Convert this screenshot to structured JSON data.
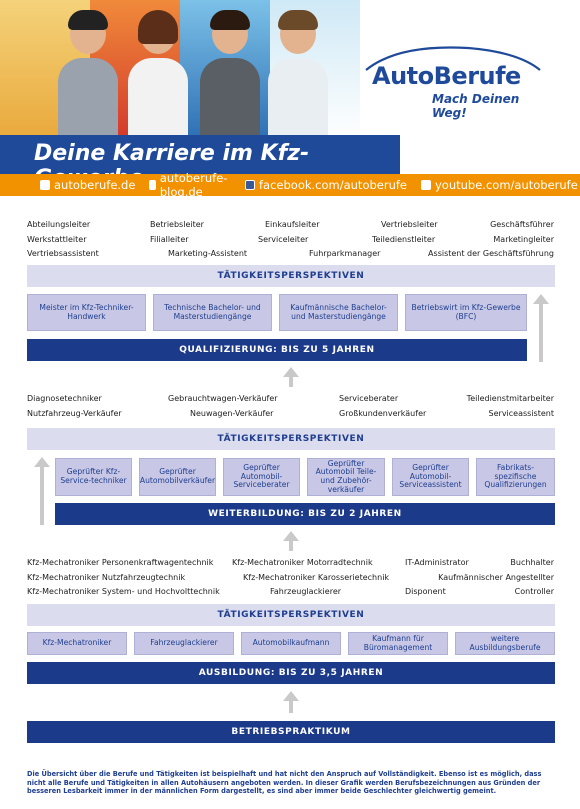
{
  "brand": {
    "name_a": "Auto",
    "name_b": "Berufe",
    "slogan": "Mach Deinen Weg!"
  },
  "banner": {
    "title": "Deine Karriere im Kfz-Gewerbe"
  },
  "links": [
    {
      "icon": "screen-icon",
      "text": "autoberufe.de"
    },
    {
      "icon": "blog-icon",
      "text": "autoberufe-blog.de"
    },
    {
      "icon": "facebook-icon",
      "text": "facebook.com/autoberufe"
    },
    {
      "icon": "youtube-icon",
      "text": "youtube.com/autoberufe"
    }
  ],
  "level1": {
    "jobs_row1": [
      "Abteilungsleiter",
      "Betriebsleiter",
      "Einkaufsleiter",
      "Vertriebsleiter",
      "Geschäftsführer"
    ],
    "jobs_row2": [
      "Werkstattleiter",
      "Filialleiter",
      "Serviceleiter",
      "Teiledienstleiter",
      "Marketingleiter"
    ],
    "jobs_row3": [
      "Vertriebsassistent",
      "Marketing-Assistent",
      "Fuhrparkmanager",
      "Assistent der Geschäftsführung"
    ],
    "perspektiven": "TÄTIGKEITSPERSPEKTIVEN",
    "boxes": [
      "Meister im Kfz-Techniker-Handwerk",
      "Technische Bachelor- und Masterstudiengänge",
      "Kaufmännische Bachelor- und Masterstudiengänge",
      "Betriebswirt im Kfz-Gewerbe (BFC)"
    ],
    "bar": "QUALIFIZIERUNG: BIS ZU 5 JAHREN"
  },
  "level2": {
    "jobs_row1": [
      "Diagnosetechniker",
      "Gebrauchtwagen-Verkäufer",
      "Serviceberater",
      "Teiledienstmitarbeiter"
    ],
    "jobs_row2": [
      "Nutzfahrzeug-Verkäufer",
      "Neuwagen-Verkäufer",
      "Großkundenverkäufer",
      "Serviceassistent"
    ],
    "perspektiven": "TÄTIGKEITSPERSPEKTIVEN",
    "boxes": [
      "Geprüfter Kfz-Service-techniker",
      "Geprüfter Automobilverkäufer",
      "Geprüfter Automobil-Serviceberater",
      "Geprüfter Automobil Teile- und Zubehör-verkäufer",
      "Geprüfter Automobil-Serviceassistent",
      "Fabrikats-spezifische Qualifizierungen"
    ],
    "bar": "WEITERBILDUNG: BIS ZU 2 JAHREN"
  },
  "level3": {
    "jobs_row1": [
      "Kfz-Mechatroniker Personenkraftwagentechnik",
      "Kfz-Mechatroniker Motorradtechnik",
      "IT-Administrator",
      "Buchhalter"
    ],
    "jobs_row2": [
      "Kfz-Mechatroniker Nutzfahrzeugtechnik",
      "Kfz-Mechatroniker Karosserietechnik",
      "Kaufmännischer Angestellter"
    ],
    "jobs_row3": [
      "Kfz-Mechatroniker System- und Hochvolttechnik",
      "Fahrzeuglackierer",
      "Disponent",
      "Controller"
    ],
    "perspektiven": "TÄTIGKEITSPERSPEKTIVEN",
    "boxes": [
      "Kfz-Mechatroniker",
      "Fahrzeuglackierer",
      "Automobilkaufmann",
      "Kaufmann für Büromanagement",
      "weitere Ausbildungsberufe"
    ],
    "bar": "AUSBILDUNG: BIS ZU 3,5 JAHREN"
  },
  "praktikum": "BETRIEBSPRAKTIKUM",
  "footnote": "Die Übersicht über die Berufe und Tätigkeiten ist beispielhaft und hat nicht den Anspruch auf Vollständigkeit. Ebenso ist es möglich, dass nicht alle Berufe und Tätigkeiten in allen Autohäusern angeboten werden. In dieser Grafik werden Berufsbezeichnungen aus Gründen der besseren Lesbarkeit immer in der männlichen Form dargestellt, es sind aber immer beide Geschlechter gleichwertig gemeint.",
  "colors": {
    "navy": "#1c3a8a",
    "brand_blue": "#1e4a99",
    "orange": "#f39200",
    "band": "#dcdcef",
    "box": "#c8c8e6"
  }
}
